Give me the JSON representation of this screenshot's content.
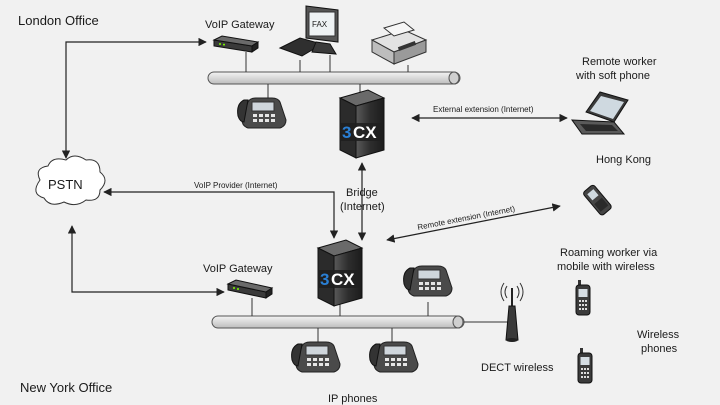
{
  "offices": {
    "london": "London Office",
    "new_york": "New York Office"
  },
  "pstn": "PSTN",
  "gateways": {
    "london": "VoIP Gateway",
    "new_york": "VoIP Gateway"
  },
  "fax_label": "FAX",
  "pbx_logo": {
    "three": "3",
    "cx": "CX"
  },
  "links": {
    "external_extension": "External extension (Internet)",
    "voip_provider": "VoIP Provider (Internet)",
    "bridge_line1": "Bridge",
    "bridge_line2": "(Internet)",
    "remote_extension": "Remote extension (Internet)"
  },
  "remote_worker": {
    "line1": "Remote worker",
    "line2": "with soft phone",
    "location": "Hong Kong"
  },
  "roaming_worker": {
    "line1": "Roaming worker via",
    "line2": "mobile with wireless"
  },
  "wireless_phones": {
    "line1": "Wireless",
    "line2": "phones"
  },
  "dect": "DECT wireless",
  "ip_phones": "IP phones",
  "colors": {
    "background": "#f1f1f1",
    "pbx_brand": "#2a7fd4",
    "device_dark": "#3a3a3a",
    "bus": "#d9d9d9"
  }
}
